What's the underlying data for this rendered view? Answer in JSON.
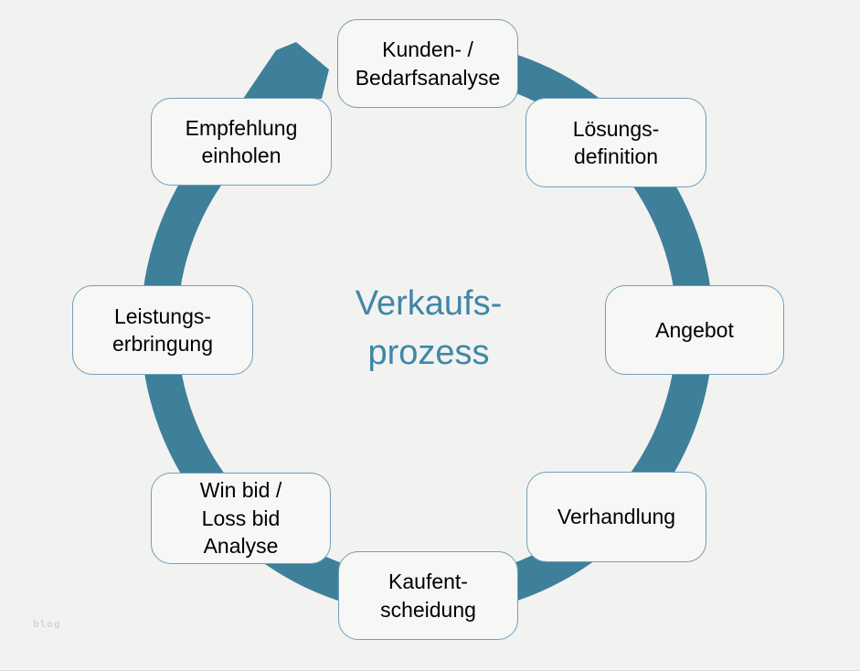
{
  "diagram": {
    "title": "Verkaufs-\nprozess",
    "steps": [
      {
        "label": "Kunden- /\nBedarfsanalyse"
      },
      {
        "label": "Lösungs-\ndefinition"
      },
      {
        "label": "Angebot"
      },
      {
        "label": "Verhandlung"
      },
      {
        "label": "Kaufent-\nscheidung"
      },
      {
        "label": "Win bid /\nLoss bid\nAnalyse"
      },
      {
        "label": "Leistungs-\nerbringung"
      },
      {
        "label": "Empfehlung\neinholen"
      }
    ]
  },
  "watermark": "blog",
  "colors": {
    "ring": "#3e7f9a",
    "title": "#3f87a6",
    "box-border": "#6fa0bd",
    "box-fill": "#f7f7f6",
    "background": "#f2f2f1",
    "text": "#000000"
  }
}
